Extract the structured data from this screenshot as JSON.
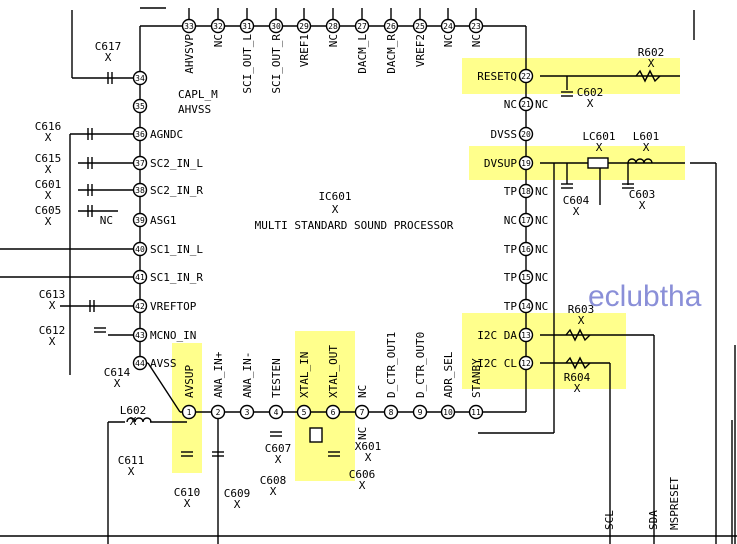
{
  "ic": {
    "ref": "IC601",
    "ref_value": "X",
    "name": "MULTI STANDARD SOUND PROCESSOR"
  },
  "watermark": "eclubtha",
  "pins": [
    {
      "n": "33",
      "label": "AHVSVP",
      "side": "top"
    },
    {
      "n": "32",
      "label": "NC",
      "side": "top"
    },
    {
      "n": "31",
      "label": "SCI_OUT_L",
      "side": "top"
    },
    {
      "n": "30",
      "label": "SCI_OUT_R",
      "side": "top"
    },
    {
      "n": "29",
      "label": "VREF1",
      "side": "top"
    },
    {
      "n": "28",
      "label": "NC",
      "side": "top"
    },
    {
      "n": "27",
      "label": "DACM_L",
      "side": "top"
    },
    {
      "n": "26",
      "label": "DACM_R",
      "side": "top"
    },
    {
      "n": "25",
      "label": "VREF2",
      "side": "top"
    },
    {
      "n": "24",
      "label": "NC",
      "side": "top"
    },
    {
      "n": "23",
      "label": "NC",
      "side": "top"
    },
    {
      "n": "34",
      "label": "CAPL_M",
      "side": "left"
    },
    {
      "n": "35",
      "label": "AHVSS",
      "side": "left"
    },
    {
      "n": "36",
      "label": "AGNDC",
      "side": "left"
    },
    {
      "n": "37",
      "label": "SC2_IN_L",
      "side": "left"
    },
    {
      "n": "38",
      "label": "SC2_IN_R",
      "side": "left"
    },
    {
      "n": "39",
      "label": "ASG1",
      "side": "left"
    },
    {
      "n": "40",
      "label": "SC1_IN_L",
      "side": "left"
    },
    {
      "n": "41",
      "label": "SC1_IN_R",
      "side": "left"
    },
    {
      "n": "42",
      "label": "VREFTOP",
      "side": "left"
    },
    {
      "n": "43",
      "label": "MCNO_IN",
      "side": "left"
    },
    {
      "n": "44",
      "label": "AVSS",
      "side": "left"
    },
    {
      "n": "22",
      "label": "RESETQ",
      "side": "right"
    },
    {
      "n": "21",
      "label": "NC",
      "side": "right"
    },
    {
      "n": "20",
      "label": "DVSS",
      "side": "right"
    },
    {
      "n": "19",
      "label": "DVSUP",
      "side": "right"
    },
    {
      "n": "18",
      "label": "TP",
      "side": "right"
    },
    {
      "n": "17",
      "label": "NC",
      "side": "right"
    },
    {
      "n": "16",
      "label": "TP",
      "side": "right"
    },
    {
      "n": "15",
      "label": "TP",
      "side": "right"
    },
    {
      "n": "14",
      "label": "TP",
      "side": "right"
    },
    {
      "n": "13",
      "label": "I2C DA",
      "side": "right"
    },
    {
      "n": "12",
      "label": "I2C CL",
      "side": "right"
    },
    {
      "n": "1",
      "label": "AVSUP",
      "side": "bottom"
    },
    {
      "n": "2",
      "label": "ANA_IN+",
      "side": "bottom"
    },
    {
      "n": "3",
      "label": "ANA_IN-",
      "side": "bottom"
    },
    {
      "n": "4",
      "label": "TESTEN",
      "side": "bottom"
    },
    {
      "n": "5",
      "label": "XTAL_IN",
      "side": "bottom"
    },
    {
      "n": "6",
      "label": "XTAL_OUT",
      "side": "bottom"
    },
    {
      "n": "7",
      "label": "NC",
      "side": "bottom"
    },
    {
      "n": "8",
      "label": "D_CTR_OUT1",
      "side": "bottom"
    },
    {
      "n": "9",
      "label": "D_CTR_OUT0",
      "side": "bottom"
    },
    {
      "n": "10",
      "label": "ADR_SEL",
      "side": "bottom"
    },
    {
      "n": "11",
      "label": "STANBY",
      "side": "bottom"
    }
  ],
  "right_nc_labels": [
    "NC",
    "NC",
    "NC",
    "NC",
    "NC",
    "NC",
    "NC"
  ],
  "left_nc_label": "NC",
  "components": [
    {
      "ref": "C617",
      "value": "X"
    },
    {
      "ref": "C616",
      "value": "X"
    },
    {
      "ref": "C615",
      "value": "X"
    },
    {
      "ref": "C601",
      "value": "X"
    },
    {
      "ref": "C605",
      "value": "X"
    },
    {
      "ref": "C613",
      "value": "X"
    },
    {
      "ref": "C612",
      "value": "X"
    },
    {
      "ref": "C614",
      "value": "X"
    },
    {
      "ref": "L602",
      "value": "X"
    },
    {
      "ref": "C611",
      "value": "X"
    },
    {
      "ref": "C610",
      "value": "X"
    },
    {
      "ref": "C609",
      "value": "X"
    },
    {
      "ref": "C608",
      "value": "X"
    },
    {
      "ref": "C607",
      "value": "X"
    },
    {
      "ref": "X601",
      "value": "X"
    },
    {
      "ref": "C606",
      "value": "X"
    },
    {
      "ref": "R602",
      "value": "X"
    },
    {
      "ref": "C602",
      "value": "X"
    },
    {
      "ref": "LC601",
      "value": "X"
    },
    {
      "ref": "L601",
      "value": "X"
    },
    {
      "ref": "C604",
      "value": "X"
    },
    {
      "ref": "C603",
      "value": "X"
    },
    {
      "ref": "R603",
      "value": "X"
    },
    {
      "ref": "R604",
      "value": "X"
    }
  ],
  "net_labels": [
    "SCL",
    "SDA",
    "MSPRESET"
  ]
}
